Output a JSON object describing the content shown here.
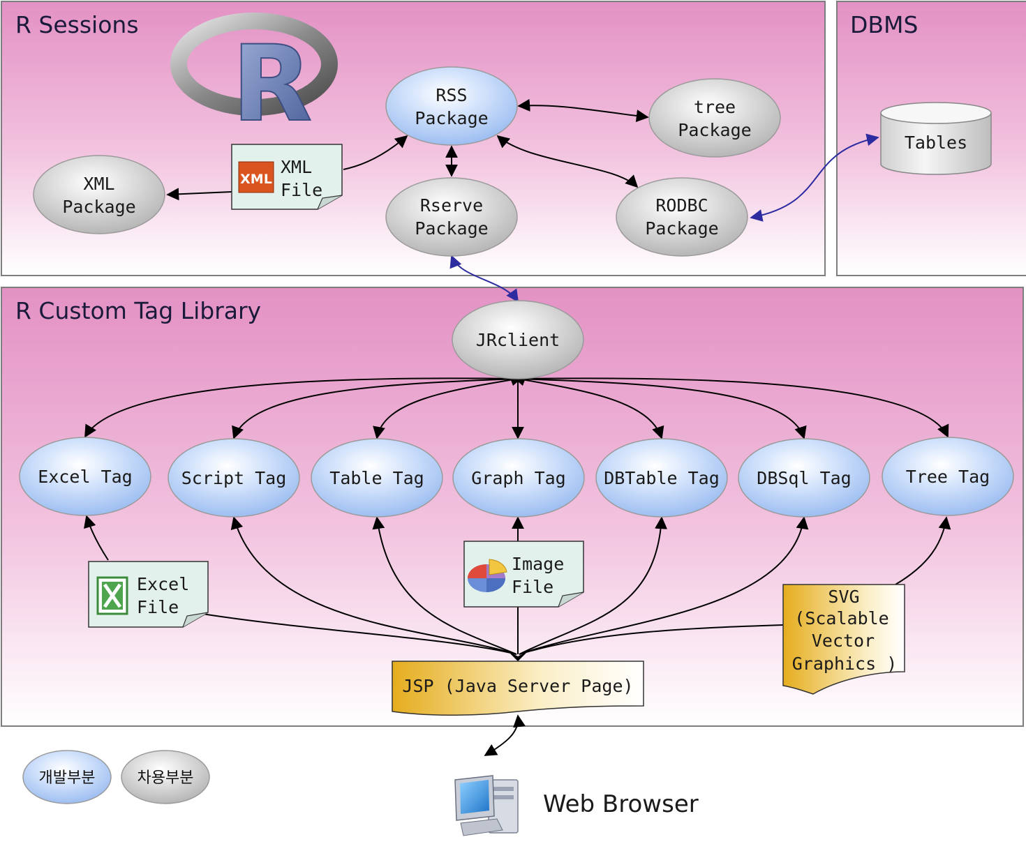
{
  "panels": {
    "r_sessions": "R Sessions",
    "dbms": "DBMS",
    "tag_library": "R Custom Tag Library"
  },
  "logo": {
    "letter": "R"
  },
  "nodes": {
    "rss": [
      "RSS",
      "Package"
    ],
    "tree": [
      "tree",
      "Package"
    ],
    "xml": [
      "XML",
      "Package"
    ],
    "rserve": [
      "Rserve",
      "Package"
    ],
    "rodbc": [
      "RODBC",
      "Package"
    ],
    "tables": "Tables",
    "jrclient": "JRclient"
  },
  "tags": [
    "Excel Tag",
    "Script Tag",
    "Table Tag",
    "Graph Tag",
    "DBTable Tag",
    "DBSql Tag",
    "Tree Tag"
  ],
  "documents": {
    "xml_file": [
      "XML",
      "File"
    ],
    "excel_file": [
      "Excel",
      "File"
    ],
    "image_file": [
      "Image",
      "File"
    ],
    "svg": [
      "SVG",
      "(Scalable",
      "Vector",
      "Graphics )"
    ],
    "jsp": "JSP (Java Server Page)"
  },
  "icons": {
    "xml_badge": "XML",
    "excel": "excel-icon",
    "image": "pie-chart-icon",
    "computer": "computer-icon"
  },
  "legend": {
    "developed": "개발부분",
    "used": "차용부분"
  },
  "web_browser": "Web Browser",
  "colors": {
    "panel_top": "#e495c6",
    "panel_bottom": "#ffffff",
    "blue_node": "#a9c8f5",
    "gray_node": "#c9c9c9",
    "doc_fill": "#e3f1ec",
    "jsp_fill": "#e8b52a",
    "connector_blue": "#2c2ca0"
  }
}
